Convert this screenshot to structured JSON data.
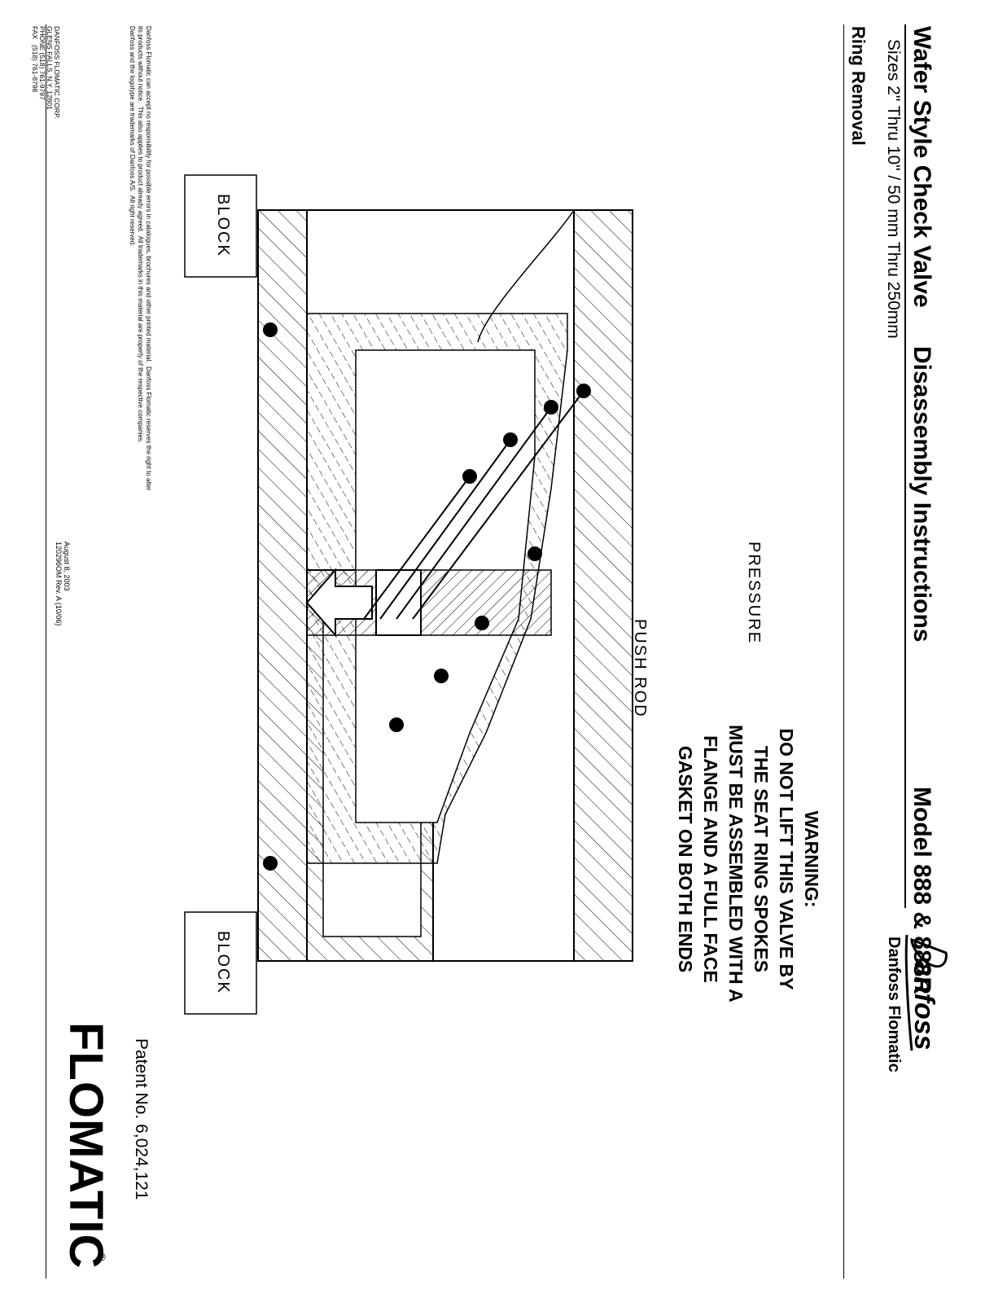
{
  "header": {
    "title_product": "Wafer Style Check Valve",
    "title_doc": "Disassembly Instructions",
    "title_model": "Model 888 & 888R",
    "subtitle_sizes": "Sizes 2\" Thru 10\" / 50 mm Thru  250mm",
    "section_title": "Ring Removal",
    "brand_sub": "Danfoss Flomatic",
    "brand_script": "Danfoss"
  },
  "diagram": {
    "label_pressure": "PRESSURE",
    "label_push_rod": "PUSH  ROD",
    "label_block_left": "BLOCK",
    "label_block_right": "BLOCK"
  },
  "warning": {
    "heading": "WARNING:",
    "line1": "DO NOT LIFT THIS VALVE BY",
    "line2": "THE SEAT RING SPOKES",
    "line3": "MUST BE ASSEMBLED WITH A",
    "line4": "FLANGE AND A FULL FACE",
    "line5": "GASKET ON BOTH ENDS"
  },
  "footer": {
    "patent": "Patent No. 6,024,121",
    "logo": "FLOMATIC",
    "registered": "®",
    "date": "August 8, 2003",
    "doc_rev": "120296OM Rev. A (10/06)",
    "company_name": "DANFOSS FLOMATIC CORP.",
    "company_city": "GLENS FALLS, N.Y. 12801",
    "company_phone": "PHONE (518) 761-9797",
    "company_fax": "FAX   (518) 761-8798",
    "disclaimer_1": "Danfoss Flomatic can accept no responsibility for possible errors in catalogues, brochures and other printed material.  Danfoss Flomatic reserves the right to alter",
    "disclaimer_2": "its products without notice.  This also applies to product already agreed.  All trademarks in this material are property of the respective companies.",
    "disclaimer_3": "Danfoss and the logotype are trademarks of Danfoss A/S.  All right reserved."
  }
}
